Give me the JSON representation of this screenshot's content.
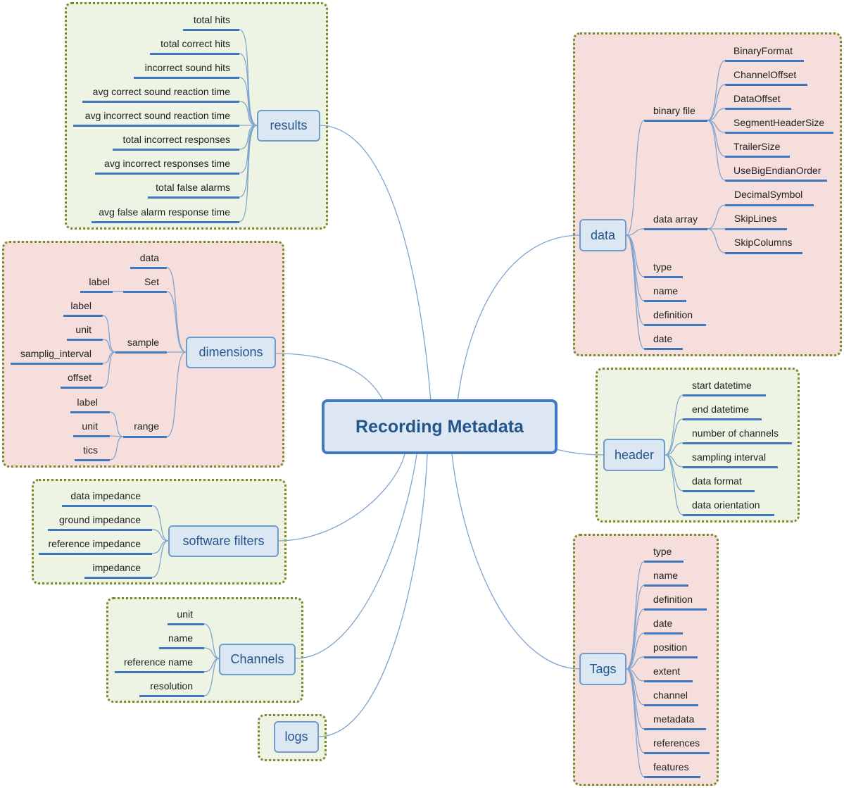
{
  "root": "Recording Metadata",
  "results": {
    "label": "results",
    "children": [
      "total hits",
      "total correct hits",
      "incorrect sound hits",
      "avg correct sound reaction time",
      "avg incorrect sound reaction time",
      "total incorrect responses",
      "avg incorrect responses time",
      "total false alarms",
      "avg false alarm response time"
    ]
  },
  "dimensions": {
    "label": "dimensions",
    "data": "data",
    "set": {
      "label": "Set",
      "children": [
        "label"
      ]
    },
    "sample": {
      "label": "sample",
      "children": [
        "label",
        "unit",
        "samplig_interval",
        "offset"
      ]
    },
    "range": {
      "label": "range",
      "children": [
        "label",
        "unit",
        "tics"
      ]
    }
  },
  "software_filters": {
    "label": "software filters",
    "children": [
      "data impedance",
      "ground impedance",
      "reference impedance",
      "impedance"
    ]
  },
  "channels": {
    "label": "Channels",
    "children": [
      "unit",
      "name",
      "reference name",
      "resolution"
    ]
  },
  "logs": {
    "label": "logs"
  },
  "data": {
    "label": "data",
    "binary_file": {
      "label": "binary file",
      "children": [
        "BinaryFormat",
        "ChannelOffset",
        "DataOffset",
        "SegmentHeaderSize",
        "TrailerSize",
        "UseBigEndianOrder"
      ]
    },
    "data_array": {
      "label": "data array",
      "children": [
        "DecimalSymbol",
        "SkipLines",
        "SkipColumns"
      ]
    },
    "others": [
      "type",
      "name",
      "definition",
      "date"
    ]
  },
  "header": {
    "label": "header",
    "children": [
      "start datetime",
      "end datetime",
      "number of channels",
      "sampling interval",
      "data format",
      "data orientation"
    ]
  },
  "tags": {
    "label": "Tags",
    "children": [
      "type",
      "name",
      "definition",
      "date",
      "position",
      "extent",
      "channel",
      "metadata",
      "references",
      "features"
    ]
  }
}
